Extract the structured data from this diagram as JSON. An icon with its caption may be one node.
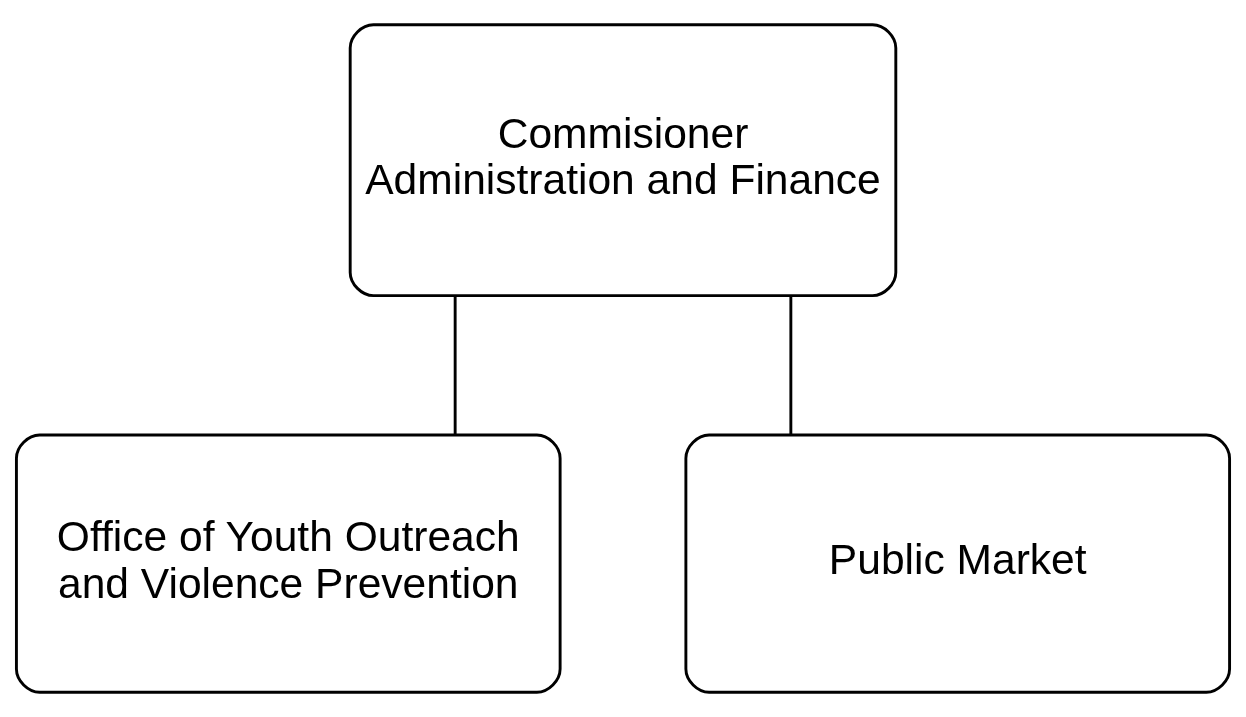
{
  "diagram": {
    "nodes": [
      {
        "text": [
          "Commisioner",
          "Administration and Finance"
        ]
      },
      {
        "text": [
          "Office of Youth Outreach and Violence Prevention"
        ]
      },
      {
        "text": [
          "Public Market"
        ]
      }
    ],
    "edges": [
      {
        "from": 0,
        "to": 1,
        "arrow": "none"
      },
      {
        "from": 0,
        "to": 2,
        "arrow": "none"
      }
    ]
  }
}
